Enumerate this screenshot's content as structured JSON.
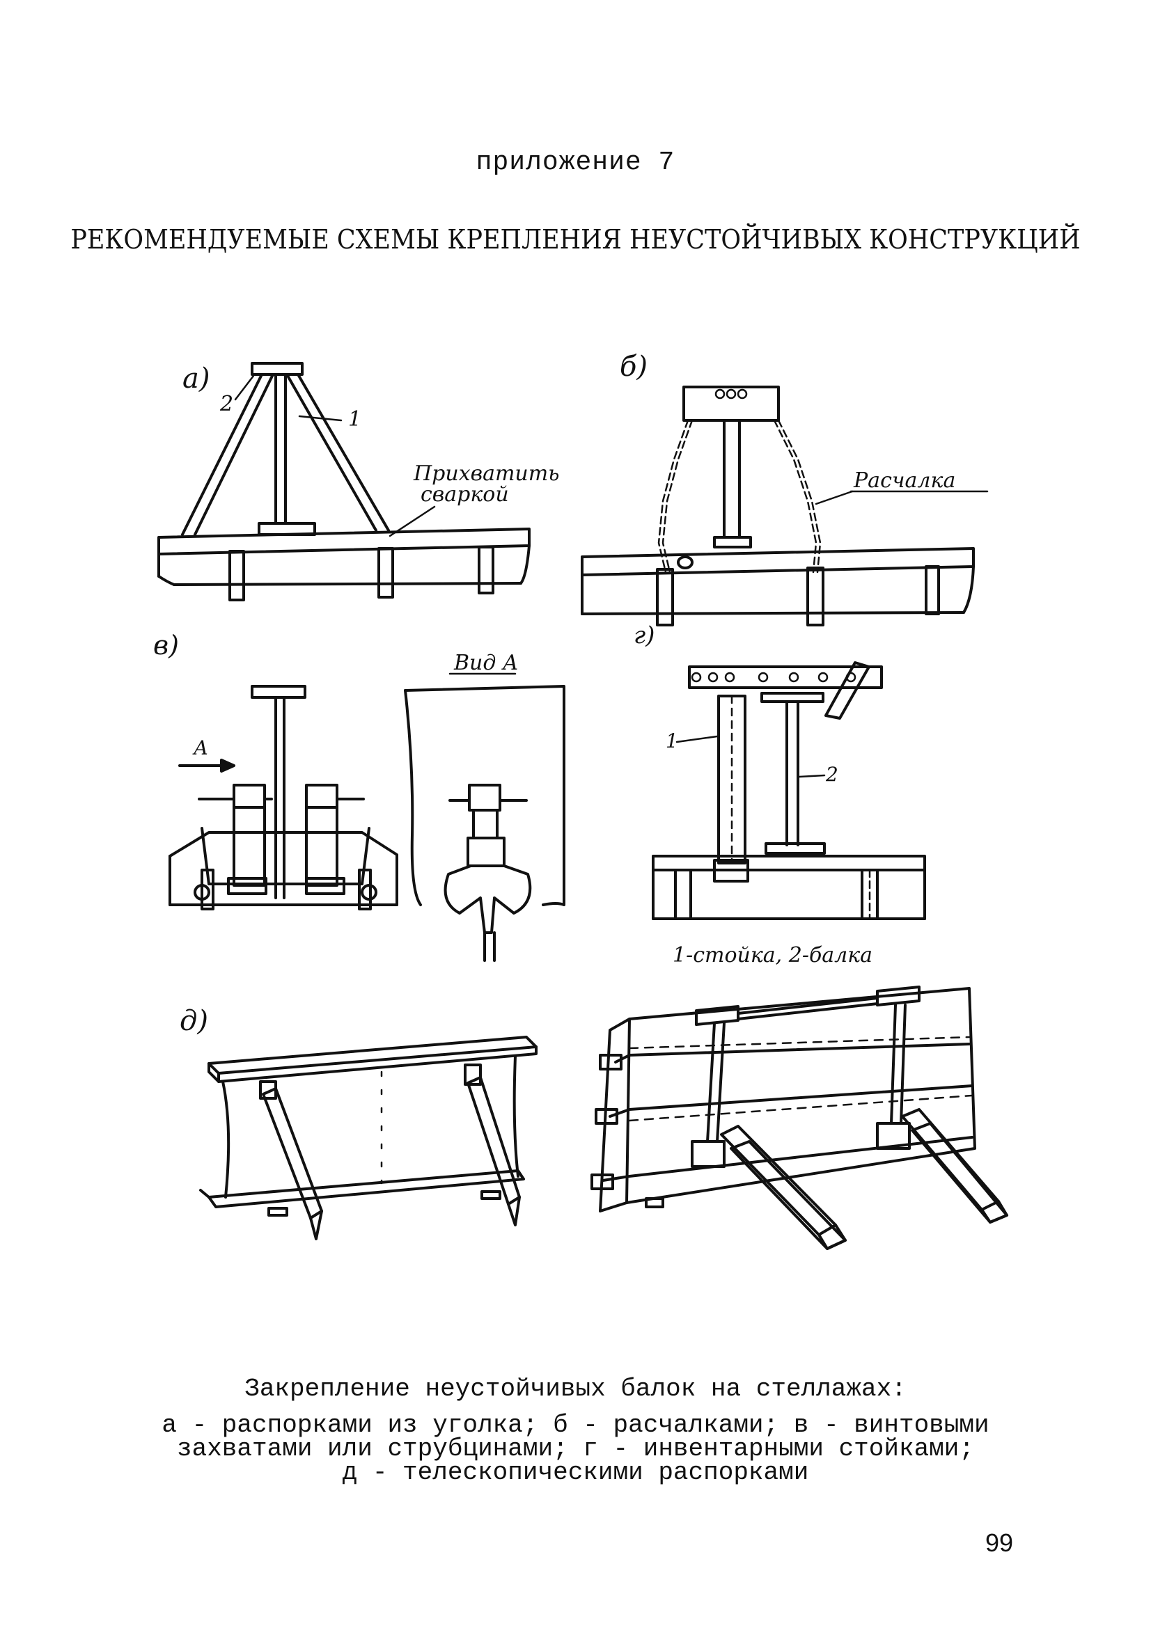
{
  "header": {
    "appendix": "приложение 7",
    "title": "РЕКОМЕНДУЕМЫЕ СХЕМЫ КРЕПЛЕНИЯ НЕУСТОЙЧИВЫХ КОНСТРУКЦИЙ"
  },
  "figures": {
    "a": {
      "letter": "а)",
      "callout_1": "1",
      "callout_2": "2",
      "note_line1": "Прихватить",
      "note_line2": "сваркой"
    },
    "b": {
      "letter": "б)",
      "note": "Расчалка"
    },
    "v": {
      "letter": "в)",
      "arrow_label": "А",
      "view_label": "Вид А"
    },
    "g": {
      "letter": "г)",
      "callout_1": "1",
      "callout_2": "2",
      "legend": "1-стойка,  2-балка"
    },
    "d": {
      "letter": "д)"
    }
  },
  "caption": {
    "title": "Закрепление неустойчивых балок на стеллажах:",
    "line1": "а - распорками из уголка; б - расчалками; в - винтовыми",
    "line2": "захватами или струбцинами; г - инвентарными стойками;",
    "line3": "д - телескопическими распорками"
  },
  "page_number": "99"
}
